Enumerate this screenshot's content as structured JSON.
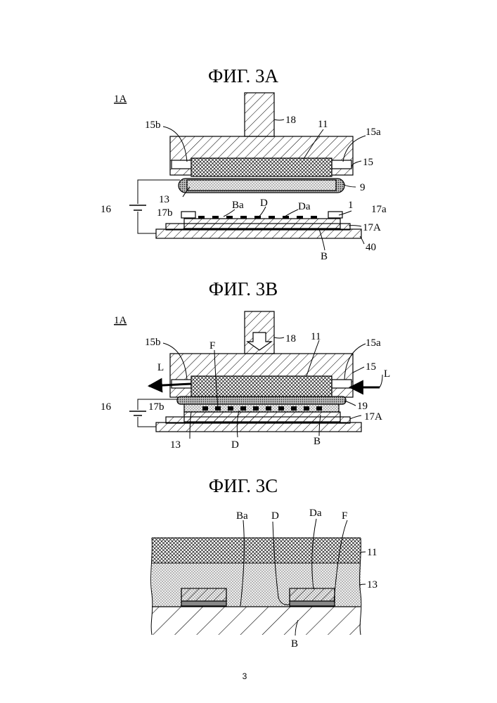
{
  "figures": {
    "fig3a": {
      "title": "ФИГ. 3А",
      "labels": {
        "ref_1A": "1A",
        "l18": "18",
        "l11": "11",
        "l15b": "15b",
        "l15a": "15a",
        "l15": "15",
        "l13": "13",
        "l9": "9",
        "l16": "16",
        "l17b": "17b",
        "lBa": "Ba",
        "lD": "D",
        "lDa": "Da",
        "l1": "1",
        "l17a": "17a",
        "l17A": "17A",
        "l40": "40",
        "lB": "B"
      }
    },
    "fig3b": {
      "title": "ФИГ. 3В",
      "labels": {
        "ref_1A": "1A",
        "l18": "18",
        "l11": "11",
        "l15b": "15b",
        "lF": "F",
        "l15a": "15a",
        "l15": "15",
        "lL_left": "L",
        "lL_right": "L",
        "l16": "16",
        "l17b": "17b",
        "l19": "19",
        "l17A": "17A",
        "l13": "13",
        "lD": "D",
        "lB": "B"
      }
    },
    "fig3c": {
      "title": "ФИГ. 3С",
      "labels": {
        "lBa": "Ba",
        "lD": "D",
        "lDa": "Da",
        "lF": "F",
        "l11": "11",
        "l13": "13",
        "lB": "B"
      }
    }
  },
  "page_number": "3"
}
